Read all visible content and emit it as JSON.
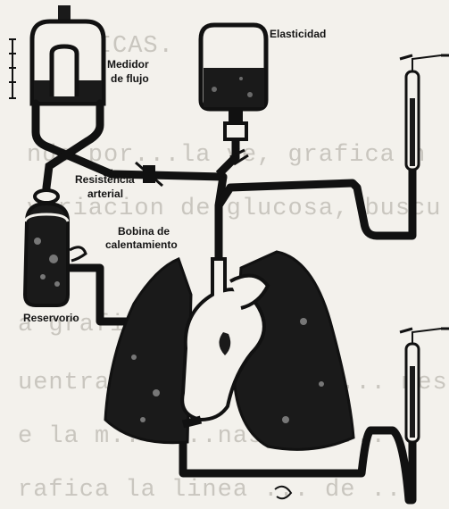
{
  "labels": {
    "elasticity": "Elasticidad",
    "flow_meter_line1": "Medidor",
    "flow_meter_line2": "de flujo",
    "arterial_resistance_line1": "Resistencia",
    "arterial_resistance_line2": "arterial",
    "heating_coil_line1": "Bobina de",
    "heating_coil_line2": "calentamiento",
    "reservoir": "Reservorio"
  },
  "background_text": [
    "GRAFICAS.",
    "ndo por...la ve, grafica n",
    "variacion de glucosa, buscu",
    "a grafica ... con",
    "uentra... la porcion ... mesa.",
    "e la m... ...nas ... ...",
    "rafica la linea ... de ..."
  ]
}
